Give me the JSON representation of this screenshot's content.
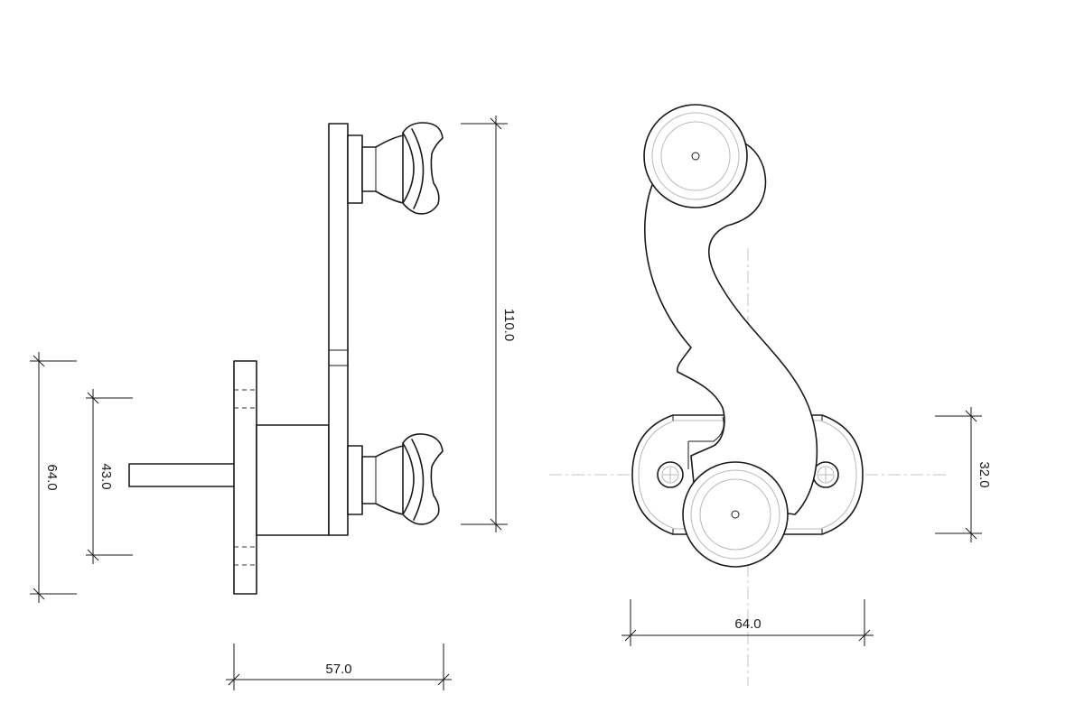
{
  "dimensions": {
    "side_overall_height": "64.0",
    "side_plate_height": "43.0",
    "side_overall_width": "57.0",
    "side_total_height": "110.0",
    "front_height": "32.0",
    "front_width": "64.0"
  }
}
